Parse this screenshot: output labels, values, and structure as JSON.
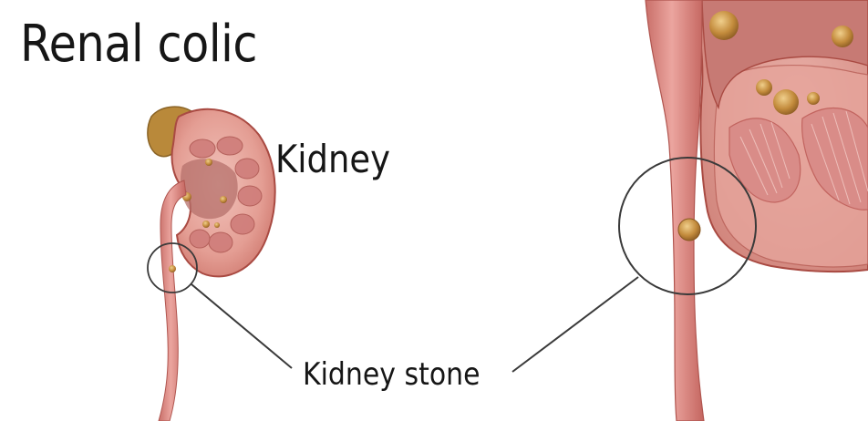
{
  "diagram": {
    "title": "Renal colic",
    "labels": {
      "kidney": "Kidney",
      "kidney_stone": "Kidney stone"
    }
  },
  "colors": {
    "tissue": "#e9a49b",
    "tissue_dark": "#b3534a",
    "ureter": "#d9827c",
    "stone": "#c08a3a",
    "callout": "#3a3a3a"
  }
}
